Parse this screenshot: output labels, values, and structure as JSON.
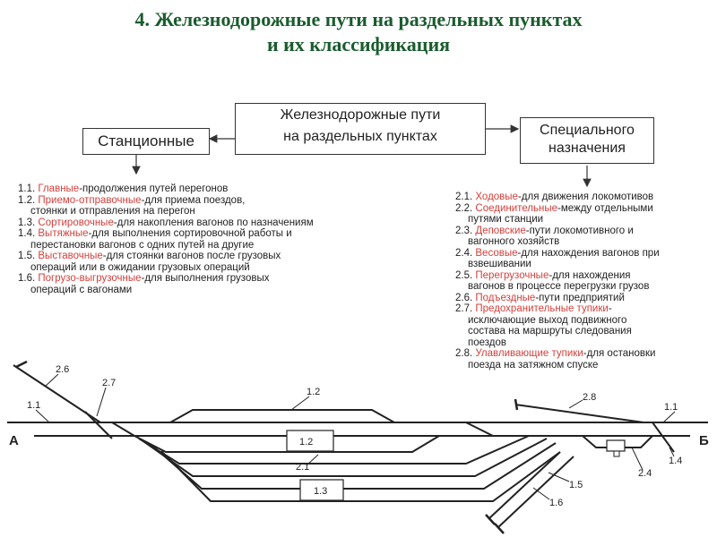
{
  "title": {
    "line1": "4. Железнодорожные пути на раздельных пунктах",
    "line2": "и их классификация"
  },
  "boxes": {
    "center_line1": "Железнодорожные пути",
    "center_line2": "на раздельных пунктах",
    "left": "Станционные",
    "right_line1": "Специального",
    "right_line2": "назначения"
  },
  "station_list": [
    {
      "num": "1.1. ",
      "term": "Главные",
      "lines": [
        "-продолжения путей перегонов"
      ]
    },
    {
      "num": "1.2. ",
      "term": "Приемо-отправочные",
      "lines": [
        "-для приема поездов,",
        "стоянки и отправления на перегон"
      ]
    },
    {
      "num": "1.3. ",
      "term": "Сортировочные",
      "lines": [
        "-для накопления вагонов по назначениям"
      ]
    },
    {
      "num": "1.4. ",
      "term": "Вытяжные",
      "lines": [
        "-для выполнения сортировочной работы и",
        "перестановки вагонов с одних путей на другие"
      ]
    },
    {
      "num": "1.5. ",
      "term": "Выставочные",
      "lines": [
        "-для стоянки вагонов после грузовых",
        "операций или в ожидании грузовых операций"
      ]
    },
    {
      "num": "1.6. ",
      "term": "Погрузо-выгрузочные",
      "lines": [
        "-для выполнения грузовых",
        "операций с вагонами"
      ]
    }
  ],
  "special_list": [
    {
      "num": "2.1. ",
      "term": "Ходовые",
      "lines": [
        "-для движения локомотивов"
      ]
    },
    {
      "num": "2.2. ",
      "term": "Соединительные",
      "lines": [
        "-между отдельными",
        "путями станции"
      ]
    },
    {
      "num": "2.3. ",
      "term": "Деповские",
      "lines": [
        "-пути локомотивного и",
        "вагонного хозяйств"
      ]
    },
    {
      "num": "2.4. ",
      "term": "Весовые",
      "lines": [
        "-для нахождения вагонов при",
        "взвешивании"
      ]
    },
    {
      "num": "2.5. ",
      "term": "Перегрузочные",
      "lines": [
        "-для нахождения",
        "вагонов в процессе перегрузки грузов"
      ]
    },
    {
      "num": "2.6. ",
      "term": "Подъездные",
      "lines": [
        "-пути предприятий"
      ]
    },
    {
      "num": "2.7. ",
      "term": "Предохранительные тупики",
      "lines": [
        "-",
        "исключающие выход подвижного",
        "состава на маршруты следования",
        "поездов"
      ]
    },
    {
      "num": "2.8. ",
      "term": "Улавливающие тупики",
      "lines": [
        "-для остановки",
        "поезда на затяжном спуске"
      ]
    }
  ],
  "diagram": {
    "label_a": "А",
    "label_b": "Б",
    "l11_left": "1.1",
    "l11_right": "1.1",
    "l12_top": "1.2",
    "l12_box": "1.2",
    "l13_box": "1.3",
    "l14": "1.4",
    "l15": "1.5",
    "l16": "1.6",
    "l21": "2.1",
    "l24": "2.4",
    "l26": "2.6",
    "l27": "2.7",
    "l28": "2.8"
  }
}
